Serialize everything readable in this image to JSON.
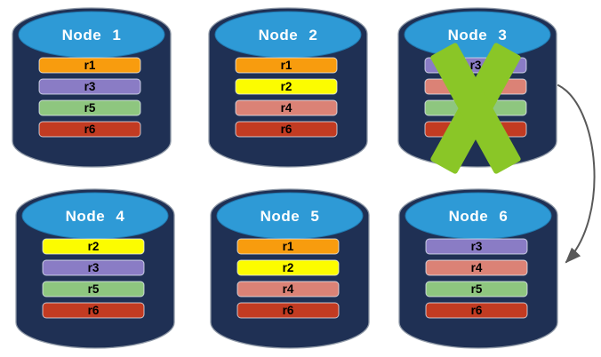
{
  "colors": {
    "background": "#FFFFFF",
    "cylinder_body": "#1F3054",
    "cylinder_outline": "#8E98A6",
    "cylinder_cap": "#2E9AD6",
    "title_text": "#FFFFFF",
    "bar_text": "#000000",
    "failure_x": "#8AC627",
    "arrow": "#595959"
  },
  "replica_palette": {
    "r1": "#F89C0E",
    "r2": "#FCFC00",
    "r3": "#8A7CC5",
    "r4": "#DB8276",
    "r5": "#8EC67F",
    "r6": "#C23B22"
  },
  "nodes": [
    {
      "title": "Node 1",
      "failed": false,
      "replicas": [
        {
          "label": "r1",
          "color": "#F89C0E"
        },
        {
          "label": "r3",
          "color": "#8A7CC5"
        },
        {
          "label": "r5",
          "color": "#8EC67F"
        },
        {
          "label": "r6",
          "color": "#C23B22"
        }
      ]
    },
    {
      "title": "Node 2",
      "failed": false,
      "replicas": [
        {
          "label": "r1",
          "color": "#F89C0E"
        },
        {
          "label": "r2",
          "color": "#FCFC00"
        },
        {
          "label": "r4",
          "color": "#DB8276"
        },
        {
          "label": "r6",
          "color": "#C23B22"
        }
      ]
    },
    {
      "title": "Node 3",
      "failed": true,
      "replicas": [
        {
          "label": "r3",
          "color": "#8A7CC5"
        },
        {
          "label": "r4",
          "color": "#DB8276"
        },
        {
          "label": "r5",
          "color": "#8EC67F"
        },
        {
          "label": "r6",
          "color": "#C23B22"
        }
      ]
    },
    {
      "title": "Node 4",
      "failed": false,
      "replicas": [
        {
          "label": "r2",
          "color": "#FCFC00"
        },
        {
          "label": "r3",
          "color": "#8A7CC5"
        },
        {
          "label": "r5",
          "color": "#8EC67F"
        },
        {
          "label": "r6",
          "color": "#C23B22"
        }
      ]
    },
    {
      "title": "Node 5",
      "failed": false,
      "replicas": [
        {
          "label": "r1",
          "color": "#F89C0E"
        },
        {
          "label": "r2",
          "color": "#FCFC00"
        },
        {
          "label": "r4",
          "color": "#DB8276"
        },
        {
          "label": "r6",
          "color": "#C23B22"
        }
      ]
    },
    {
      "title": "Node 6",
      "failed": false,
      "replicas": [
        {
          "label": "r3",
          "color": "#8A7CC5"
        },
        {
          "label": "r4",
          "color": "#DB8276"
        },
        {
          "label": "r5",
          "color": "#8EC67F"
        },
        {
          "label": "r6",
          "color": "#C23B22"
        }
      ]
    }
  ]
}
